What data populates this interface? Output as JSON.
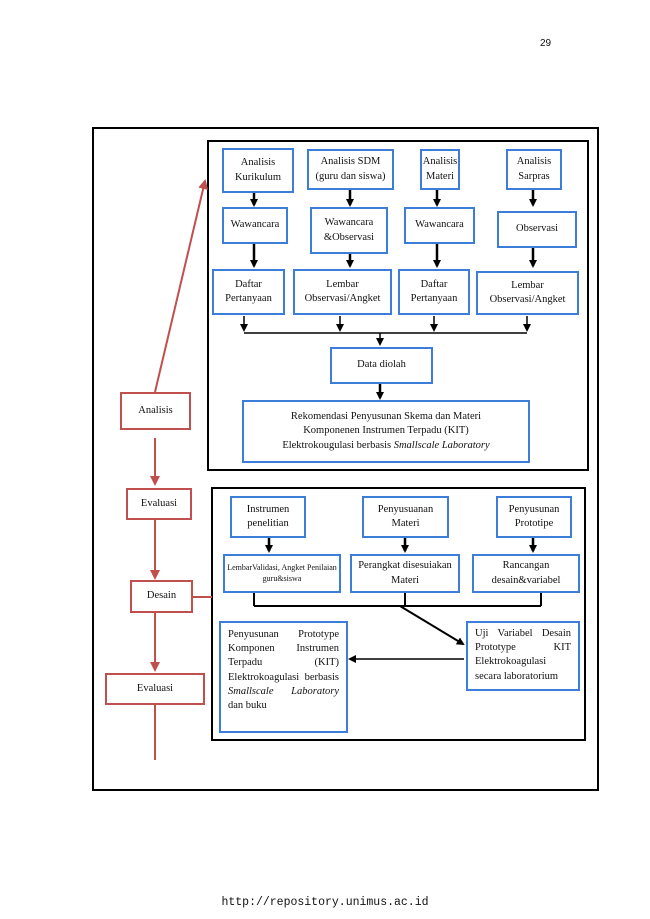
{
  "page": {
    "number": "29",
    "footer": "http://repository.unimus.ac.id"
  },
  "colors": {
    "blue_border": "#3b7dd8",
    "red_border": "#c0504d",
    "line": "#000000"
  },
  "stages": {
    "analisis": "Analisis",
    "evaluasi1": "Evaluasi",
    "desain": "Desain",
    "evaluasi2": "Evaluasi"
  },
  "analysis_section": {
    "analisis_kurikulum": "Analisis Kurikulum",
    "analisis_sdm": "Analisis SDM (guru dan siswa)",
    "analisis_materi": "Analisis Materi",
    "analisis_sarpras": "Analisis Sarpras",
    "wawancara1": "Wawancara",
    "wawancara_observasi": "Wawancara &Observasi",
    "wawancara2": "Wawancara",
    "observasi": "Observasi",
    "daftar_pertanyaan1": "Daftar Pertanyaan",
    "lembar_obs1": "Lembar Observasi/Angket",
    "daftar_pertanyaan2": "Daftar Pertanyaan",
    "lembar_obs2": "Lembar Observasi/Angket",
    "data_diolah": "Data diolah",
    "rekomendasi_line1": "Rekomendasi Penyusunan Skema dan Materi",
    "rekomendasi_line2": "Komponenen Instrumen Terpadu (KIT)",
    "rekomendasi_line3_prefix": "Elektrokougulasi berbasis ",
    "rekomendasi_line3_italic": "Smallscale Laboratory"
  },
  "design_section": {
    "instrumen_penelitian": "Instrumen penelitian",
    "penyusunan_materi": "Penyusuanan Materi",
    "penyusunan_prototipe": "Penyusunan Prototipe",
    "lembar_validasi": "LembarValidasi, Angket Penilaian guru&siswa",
    "perangkat": "Perangkat disesuiakan Materi",
    "rancangan": "Rancangan desain&variabel",
    "prototype_text": "Penyusunan Prototype Komponen Instrumen Terpadu (KIT) Elektrokoagulasi berbasis",
    "prototype_italic": "Smallscale Laboratory",
    "prototype_suffix": "dan buku",
    "uji_variabel": "Uji Variabel Desain Prototype KIT Elektrokoagulasi secara laboratorium"
  }
}
